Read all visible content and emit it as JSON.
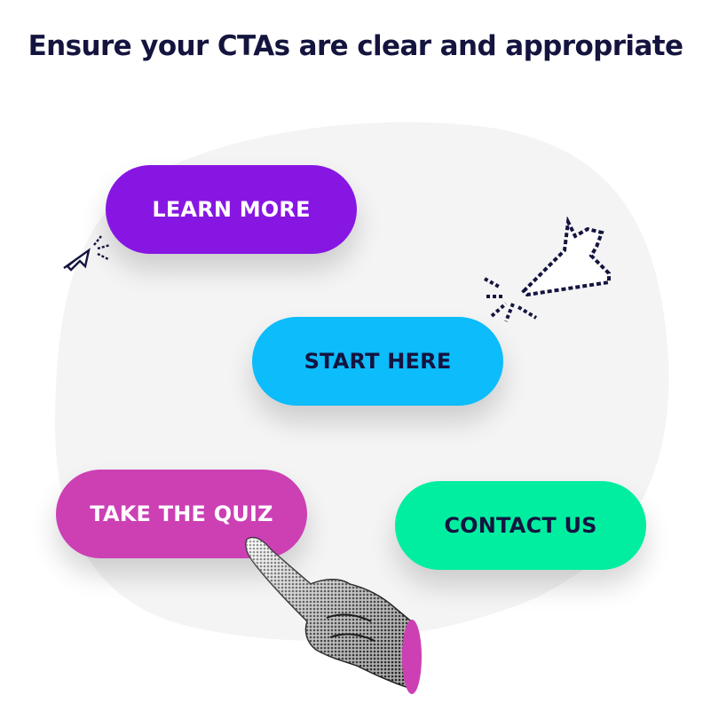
{
  "page": {
    "title": "Ensure your CTAs are clear and appropriate",
    "background_color": "#ffffff",
    "blob_color": "#f4f4f5",
    "title_color": "#14143f"
  },
  "buttons": [
    {
      "id": "learn-more",
      "label": "LEARN MORE",
      "bg": "#8716e3",
      "fg": "#ffffff"
    },
    {
      "id": "start-here",
      "label": "START HERE",
      "bg": "#0cbcfb",
      "fg": "#14143f"
    },
    {
      "id": "take-the-quiz",
      "label": "TAKE THE QUIZ",
      "bg": "#cc40b4",
      "fg": "#ffffff"
    },
    {
      "id": "contact-us",
      "label": "CONTACT US",
      "bg": "#01eea0",
      "fg": "#14143f"
    }
  ],
  "icons": {
    "small_cursor": "pixel-arrow-cursor-icon",
    "large_cursor": "pixel-hand-cursor-icon",
    "pointing_hand": "pointing-hand-icon"
  }
}
